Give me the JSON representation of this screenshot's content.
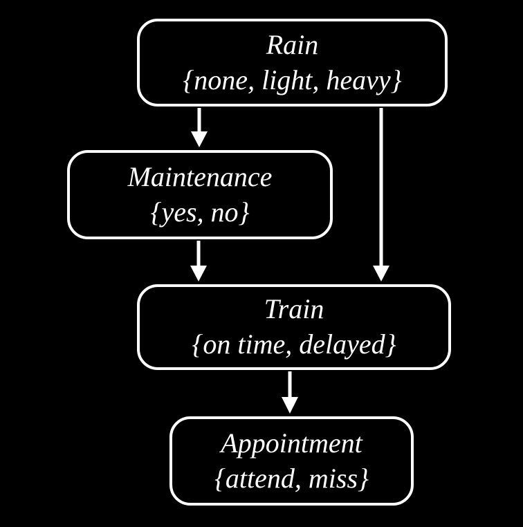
{
  "diagram": {
    "kind": "bayesian-network",
    "colors": {
      "background": "#000000",
      "foreground": "#ffffff"
    },
    "nodes": [
      {
        "id": "rain",
        "name": "Rain",
        "values_label": "{none, light, heavy}"
      },
      {
        "id": "maintenance",
        "name": "Maintenance",
        "values_label": "{yes, no}"
      },
      {
        "id": "train",
        "name": "Train",
        "values_label": "{on time, delayed}"
      },
      {
        "id": "appointment",
        "name": "Appointment",
        "values_label": "{attend, miss}"
      }
    ],
    "edges": [
      {
        "from": "Rain",
        "to": "Maintenance"
      },
      {
        "from": "Rain",
        "to": "Train"
      },
      {
        "from": "Maintenance",
        "to": "Train"
      },
      {
        "from": "Train",
        "to": "Appointment"
      }
    ]
  }
}
